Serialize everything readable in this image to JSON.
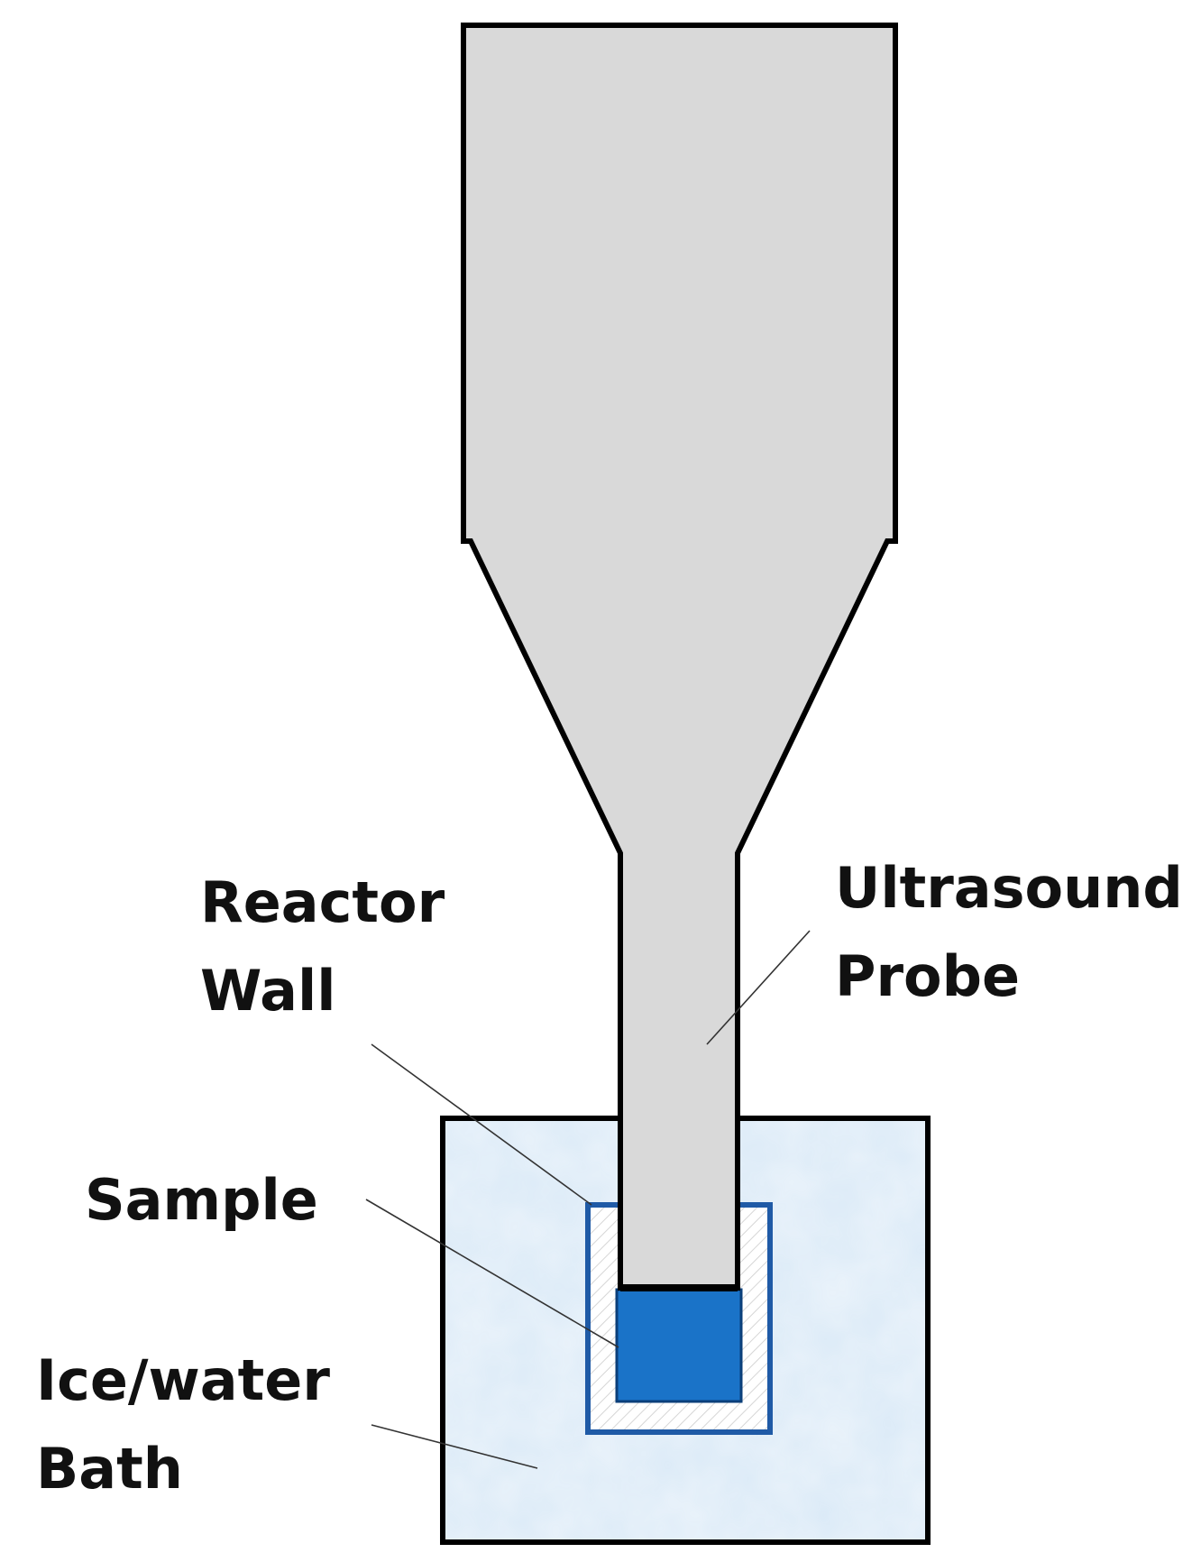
{
  "labels": {
    "reactor_wall": [
      "Reactor",
      "Wall"
    ],
    "ultrasound_probe": [
      "Ultrasound",
      "Probe"
    ],
    "sample": [
      "Sample"
    ],
    "ice_water_bath": [
      "Ice/water",
      "Bath"
    ]
  },
  "colors": {
    "probe_fill": "#d9d9d9",
    "outline": "#000000",
    "bath_fill": "#dbeaf7",
    "reactor_wall": "#1f5aa6",
    "sample_fill": "#1a73c8",
    "hatch": "#cfcfcf"
  }
}
